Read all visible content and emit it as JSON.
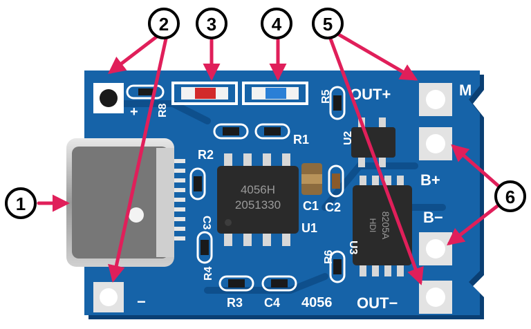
{
  "board": {
    "colors": {
      "pcb": "#1663a8",
      "pcb_dark": "#0e4f8c",
      "pcb_edge": "#0a3f73",
      "pad": "#e3e3e3",
      "arrow": "#e01f5a",
      "chip": "#2a2a2a"
    },
    "labels": {
      "plus": "+",
      "r8": "R8",
      "r5": "R5",
      "out_plus": "OUT+",
      "m": "M",
      "r1": "R1",
      "r2": "R2",
      "u2": "U2",
      "b_plus": "B+",
      "b_minus": "B−",
      "c3": "C3",
      "c1": "C1",
      "c2": "C2",
      "u1": "U1",
      "u3": "U3",
      "r4": "R4",
      "r6": "R6",
      "r3": "R3",
      "c4": "C4",
      "model": "4056",
      "minus": "−",
      "out_minus": "OUT−"
    },
    "chips": {
      "u1_line1": "4056H",
      "u1_line2": "2051330",
      "u3_line1": "8205A",
      "u3_line2": "HDI"
    }
  },
  "callouts": [
    "1",
    "2",
    "3",
    "4",
    "5",
    "6"
  ]
}
